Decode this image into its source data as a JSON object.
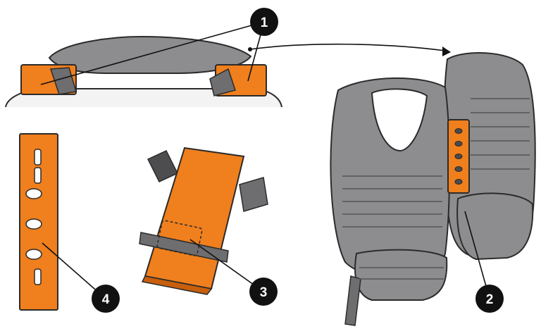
{
  "callouts": [
    {
      "id": "1",
      "label": "1"
    },
    {
      "id": "2",
      "label": "2"
    },
    {
      "id": "3",
      "label": "3"
    },
    {
      "id": "4",
      "label": "4"
    }
  ],
  "colors": {
    "orange": "#f07f1d",
    "orange_dark": "#c85f0c",
    "gray": "#8d8d8f",
    "gray_dark": "#6e6e70",
    "outline": "#2b2b2b",
    "badge": "#111111"
  },
  "illustrations": [
    "board-on-mounts-side-view",
    "backpack-with-vest-and-orange-panel",
    "orange-pad-with-buckle",
    "orange-strip-with-holes"
  ]
}
